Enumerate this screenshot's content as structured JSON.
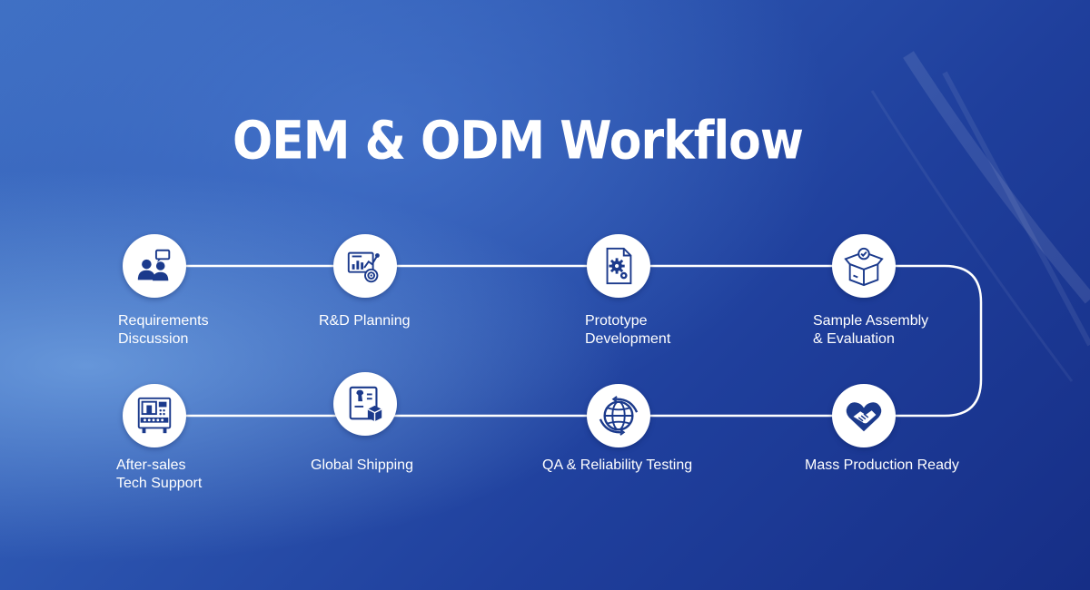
{
  "title": "OEM & ODM Workflow",
  "colors": {
    "icon_circle": "#ffffff",
    "icon_ink": "#1b3a8c",
    "line": "#ffffff",
    "text": "#ffffff"
  },
  "steps": [
    {
      "icon": "people-discussion-icon",
      "lines": [
        "Requirements",
        "Discussion"
      ]
    },
    {
      "icon": "chart-planning-icon",
      "lines": [
        "R&D Planning"
      ]
    },
    {
      "icon": "gear-document-icon",
      "lines": [
        "Prototype",
        "Development"
      ]
    },
    {
      "icon": "box-check-icon",
      "lines": [
        "Sample Assembly",
        "& Evaluation"
      ]
    },
    {
      "icon": "handshake-heart-icon",
      "lines": [
        "Mass Production Ready"
      ]
    },
    {
      "icon": "globe-icon",
      "lines": [
        "QA & Reliability Testing"
      ]
    },
    {
      "icon": "clipboard-wrench-icon",
      "lines": [
        "Global Shipping"
      ]
    },
    {
      "icon": "machine-panel-icon",
      "lines": [
        "After-sales",
        "Tech Support"
      ]
    }
  ]
}
